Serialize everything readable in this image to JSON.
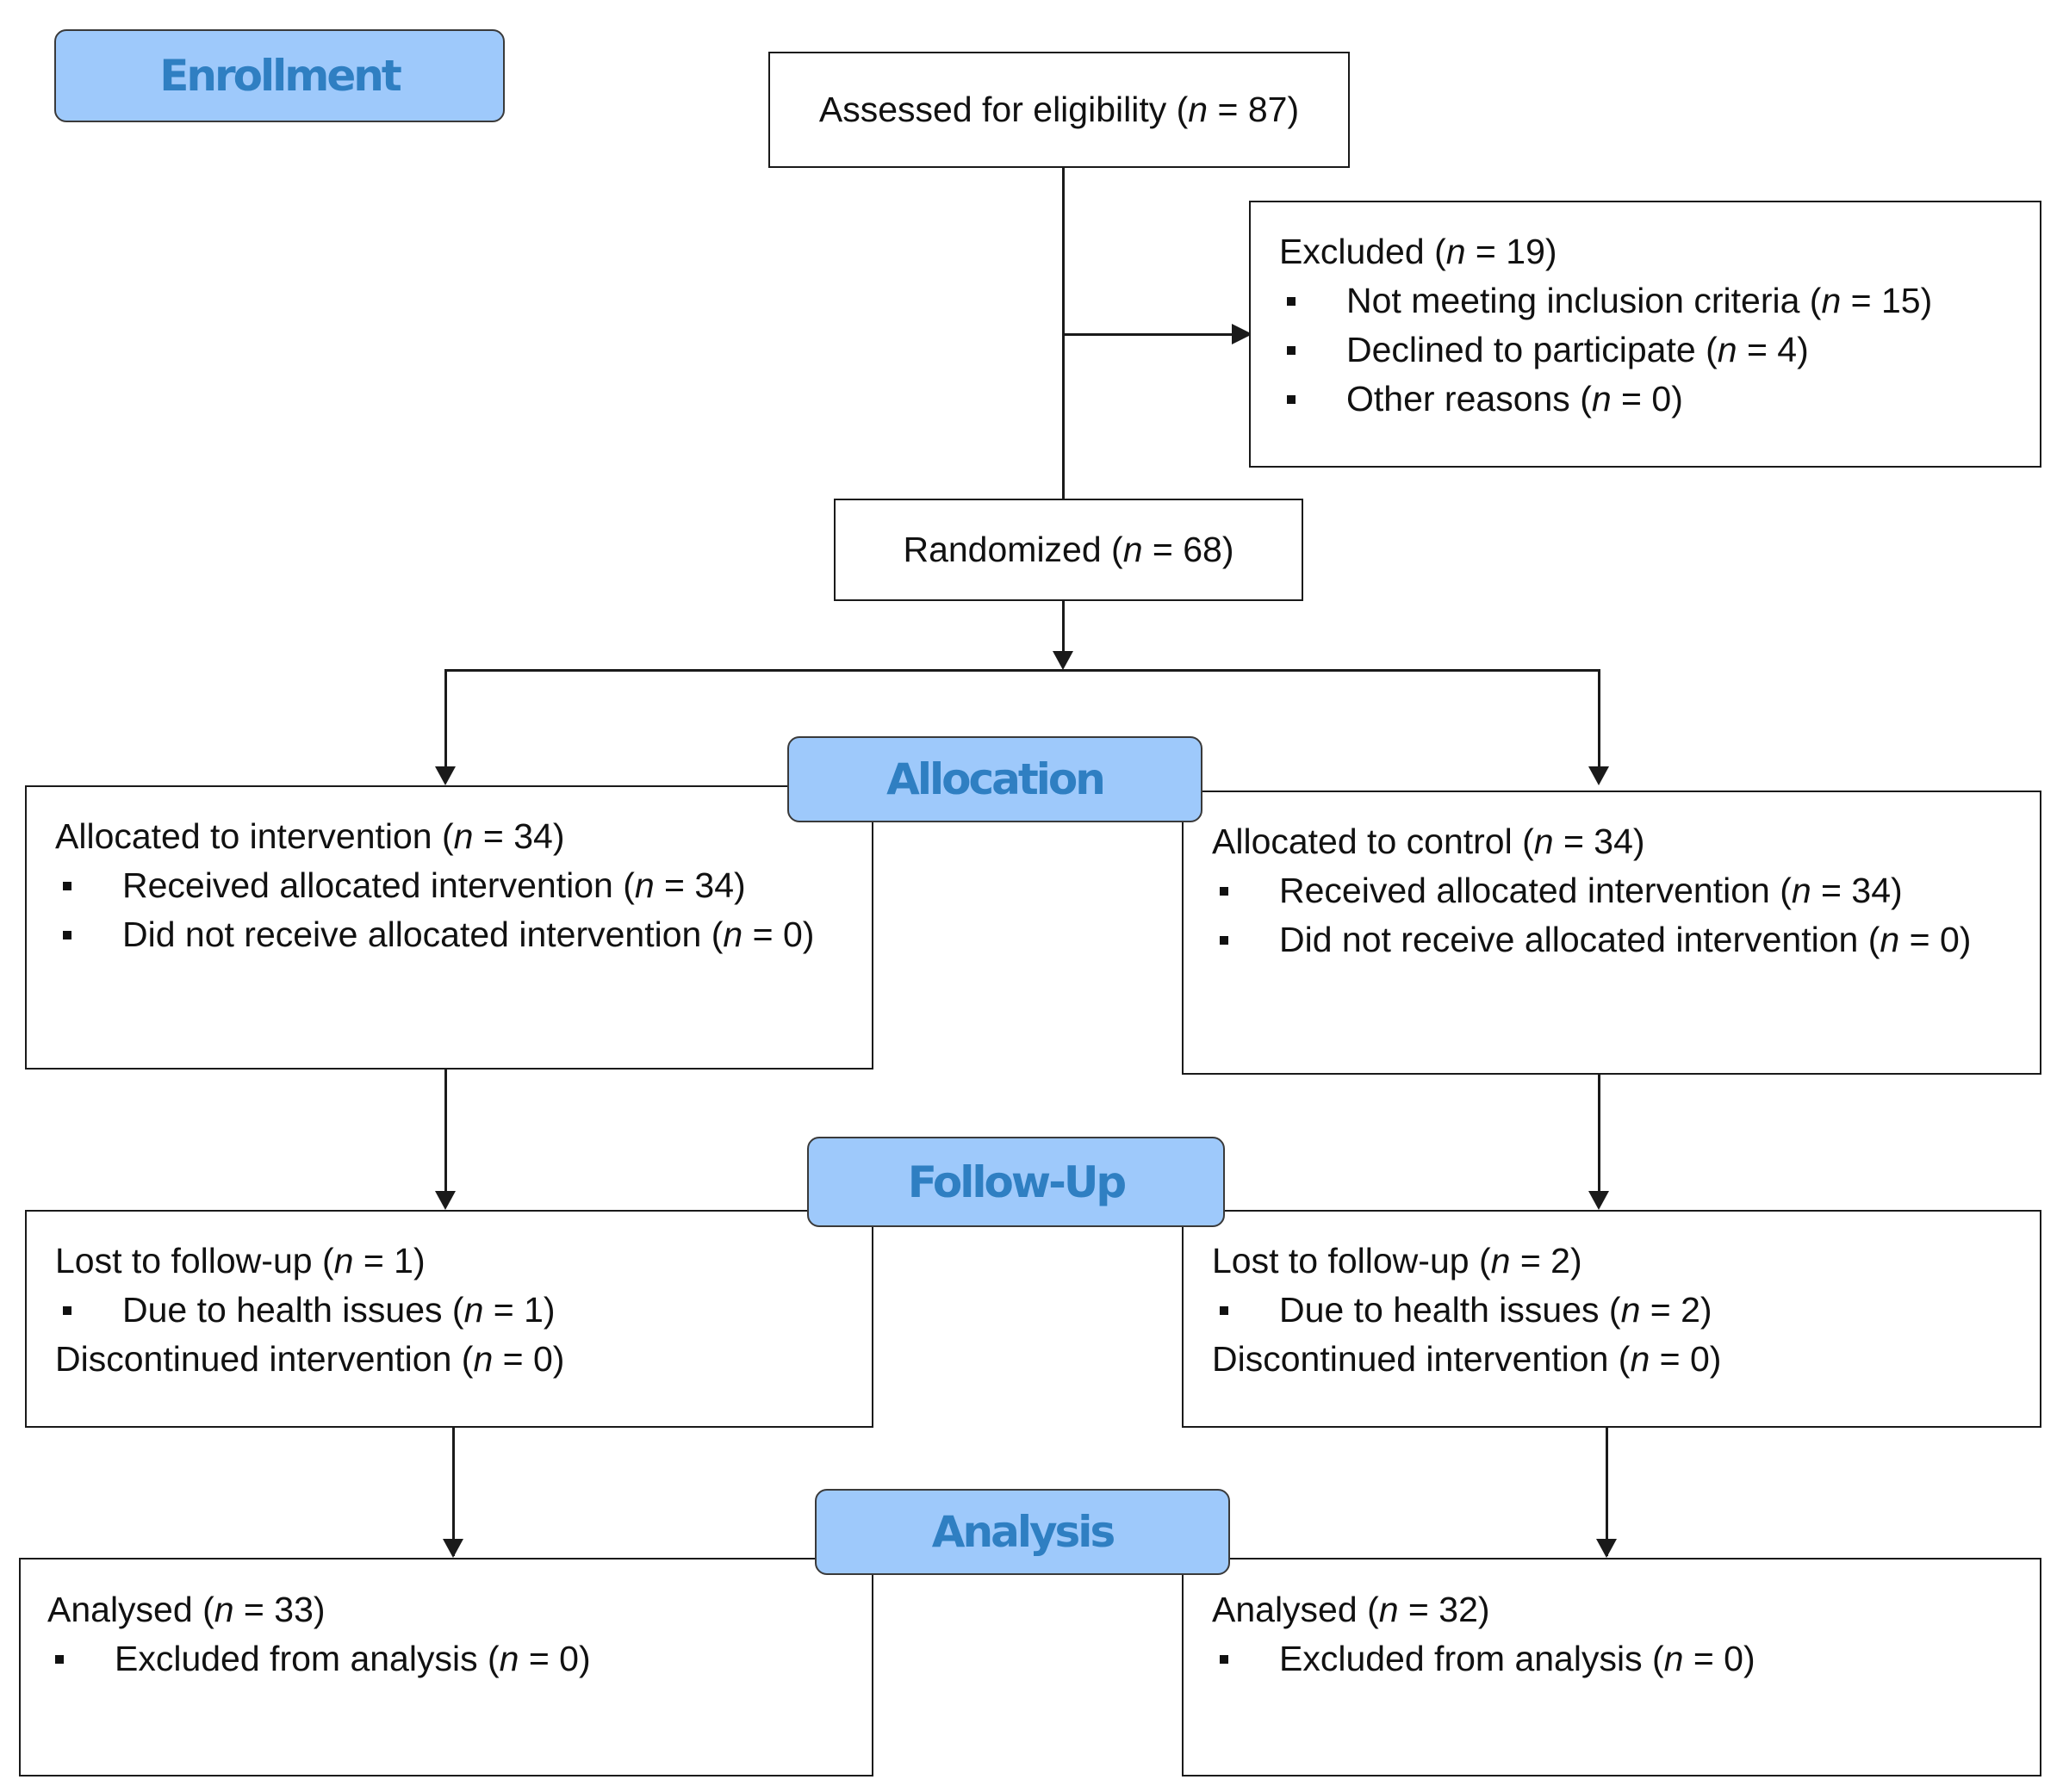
{
  "phases": {
    "enrollment": "Enrollment",
    "allocation": "Allocation",
    "follow_up": "Follow-Up",
    "analysis": "Analysis"
  },
  "n_symbol": "n",
  "assessed": {
    "label": "Assessed for eligibility",
    "n": 87
  },
  "excluded": {
    "label": "Excluded",
    "n": 19,
    "items": [
      {
        "label": "Not meeting inclusion criteria",
        "n": 15
      },
      {
        "label": "Declined to participate",
        "n": 4
      },
      {
        "label": "Other reasons",
        "n": 0
      }
    ]
  },
  "randomized": {
    "label": "Randomized",
    "n": 68
  },
  "intervention_arm": {
    "allocation": {
      "label": "Allocated to intervention",
      "n": 34,
      "items": [
        {
          "label": "Received allocated intervention",
          "n": 34
        },
        {
          "label": "Did not receive allocated intervention",
          "n": 0
        }
      ]
    },
    "follow_up": {
      "lost": {
        "label": "Lost to follow-up",
        "n": 1
      },
      "lost_items": [
        {
          "label": "Due to health issues",
          "n": 1
        }
      ],
      "discontinued": {
        "label": "Discontinued intervention",
        "n": 0
      }
    },
    "analysis": {
      "label": "Analysed",
      "n": 33,
      "items": [
        {
          "label": "Excluded from analysis",
          "n": 0
        }
      ]
    }
  },
  "control_arm": {
    "allocation": {
      "label": "Allocated to control",
      "n": 34,
      "items": [
        {
          "label": "Received allocated intervention",
          "n": 34
        },
        {
          "label": "Did not receive allocated intervention",
          "n": 0
        }
      ]
    },
    "follow_up": {
      "lost": {
        "label": "Lost to follow-up",
        "n": 2
      },
      "lost_items": [
        {
          "label": "Due to health issues",
          "n": 2
        }
      ],
      "discontinued": {
        "label": "Discontinued intervention",
        "n": 0
      }
    },
    "analysis": {
      "label": "Analysed",
      "n": 32,
      "items": [
        {
          "label": "Excluded from analysis",
          "n": 0
        }
      ]
    }
  }
}
